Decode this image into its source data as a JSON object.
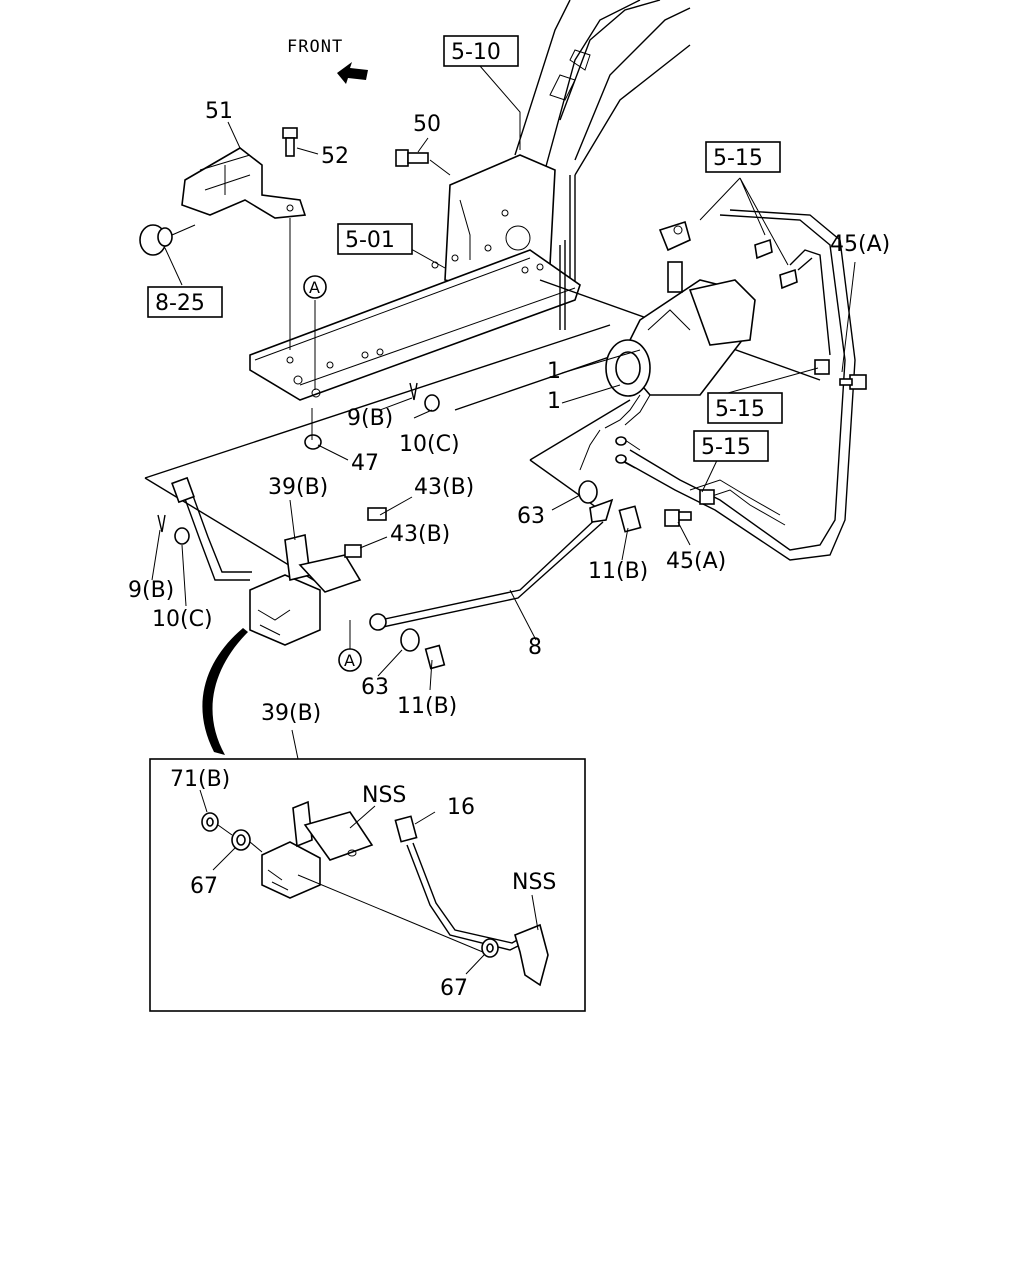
{
  "diagram": {
    "front_label": "FRONT",
    "callout_A": "A",
    "refs": {
      "r510": "5-10",
      "r501": "5-01",
      "r825": "8-25",
      "r515": "5-15"
    },
    "parts": {
      "p51": "51",
      "p52": "52",
      "p50": "50",
      "p45A": "45(A)",
      "p1": "1",
      "p9B": "9(B)",
      "p10C": "10(C)",
      "p47": "47",
      "p63": "63",
      "p43B": "43(B)",
      "p39B": "39(B)",
      "p11B": "11(B)",
      "p8": "8",
      "p71B": "71(B)",
      "p67": "67",
      "p16": "16",
      "nss": "NSS"
    }
  }
}
